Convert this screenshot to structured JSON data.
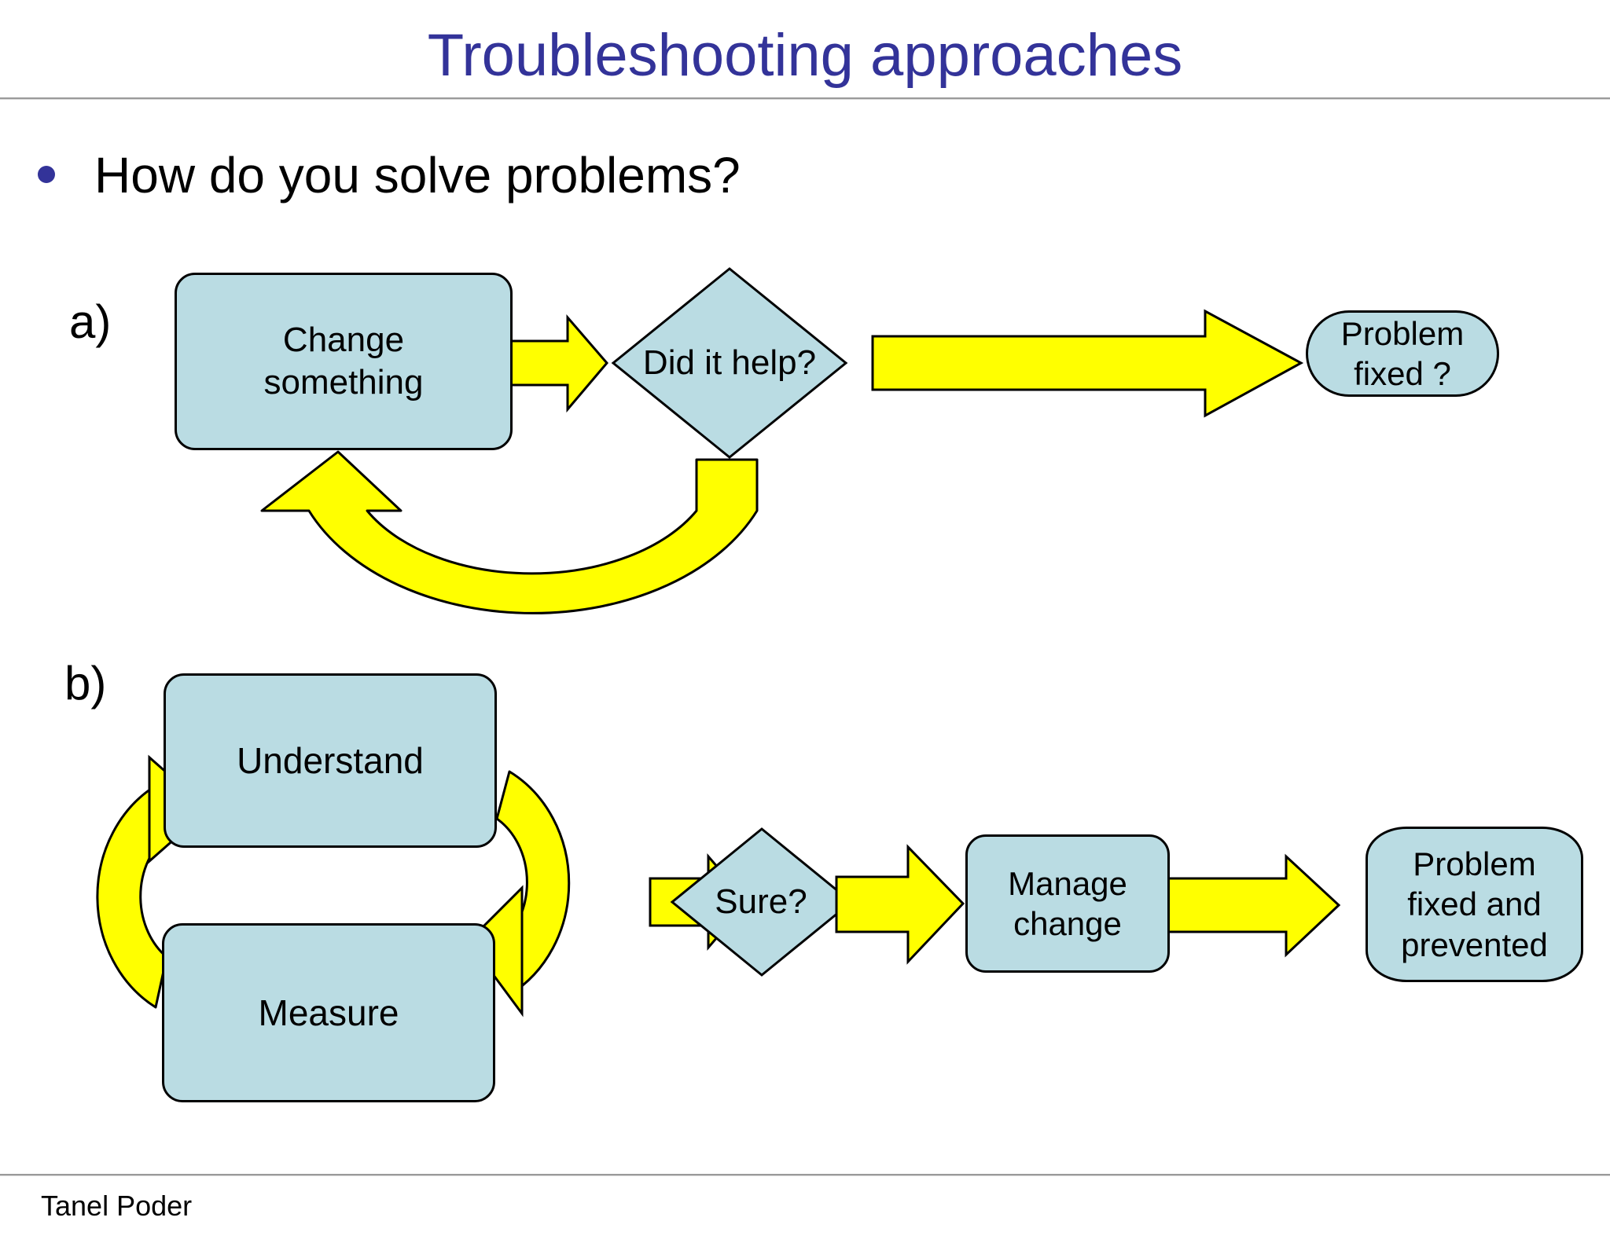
{
  "slide": {
    "title": "Troubleshooting approaches",
    "title_color": "#333399",
    "bullet": "How do you solve problems?",
    "bullet_color": "#333399",
    "footer": "Tanel Poder",
    "background": "#ffffff"
  },
  "theme": {
    "node_fill": "#badce3",
    "node_stroke": "#000000",
    "arrow_fill": "#ffff00",
    "arrow_stroke": "#000000",
    "text_color": "#000000"
  },
  "diagrams": [
    {
      "letter": "a)",
      "nodes": [
        {
          "id": "change-something",
          "label": "Change\nsomething",
          "shape": "rounded-rect"
        },
        {
          "id": "did-it-help",
          "label": "Did it help?",
          "shape": "diamond"
        },
        {
          "id": "problem-fixed",
          "label": "Problem\nfixed ?",
          "shape": "stadium"
        }
      ],
      "arrows": [
        {
          "id": "change-to-decision",
          "shape": "straight-right"
        },
        {
          "id": "decision-to-outcome",
          "shape": "long-straight-right"
        },
        {
          "id": "loop-back-to-change",
          "shape": "u-turn-up-left"
        }
      ]
    },
    {
      "letter": "b)",
      "nodes": [
        {
          "id": "understand",
          "label": "Understand",
          "shape": "rounded-rect"
        },
        {
          "id": "measure",
          "label": "Measure",
          "shape": "rounded-rect"
        },
        {
          "id": "sure",
          "label": "Sure?",
          "shape": "diamond"
        },
        {
          "id": "manage-change",
          "label": "Manage\nchange",
          "shape": "rounded-rect"
        },
        {
          "id": "problem-fixed-and-prevented",
          "label": "Problem\nfixed and\nprevented",
          "shape": "rounded-rect-wide"
        }
      ],
      "arrows": [
        {
          "id": "measure-to-understand",
          "shape": "c-curve-left-up"
        },
        {
          "id": "understand-to-measure",
          "shape": "c-curve-right-down"
        },
        {
          "id": "cycle-to-sure",
          "shape": "straight-right"
        },
        {
          "id": "sure-to-manage-change",
          "shape": "straight-right"
        },
        {
          "id": "manage-change-to-outcome",
          "shape": "straight-right"
        }
      ]
    }
  ]
}
